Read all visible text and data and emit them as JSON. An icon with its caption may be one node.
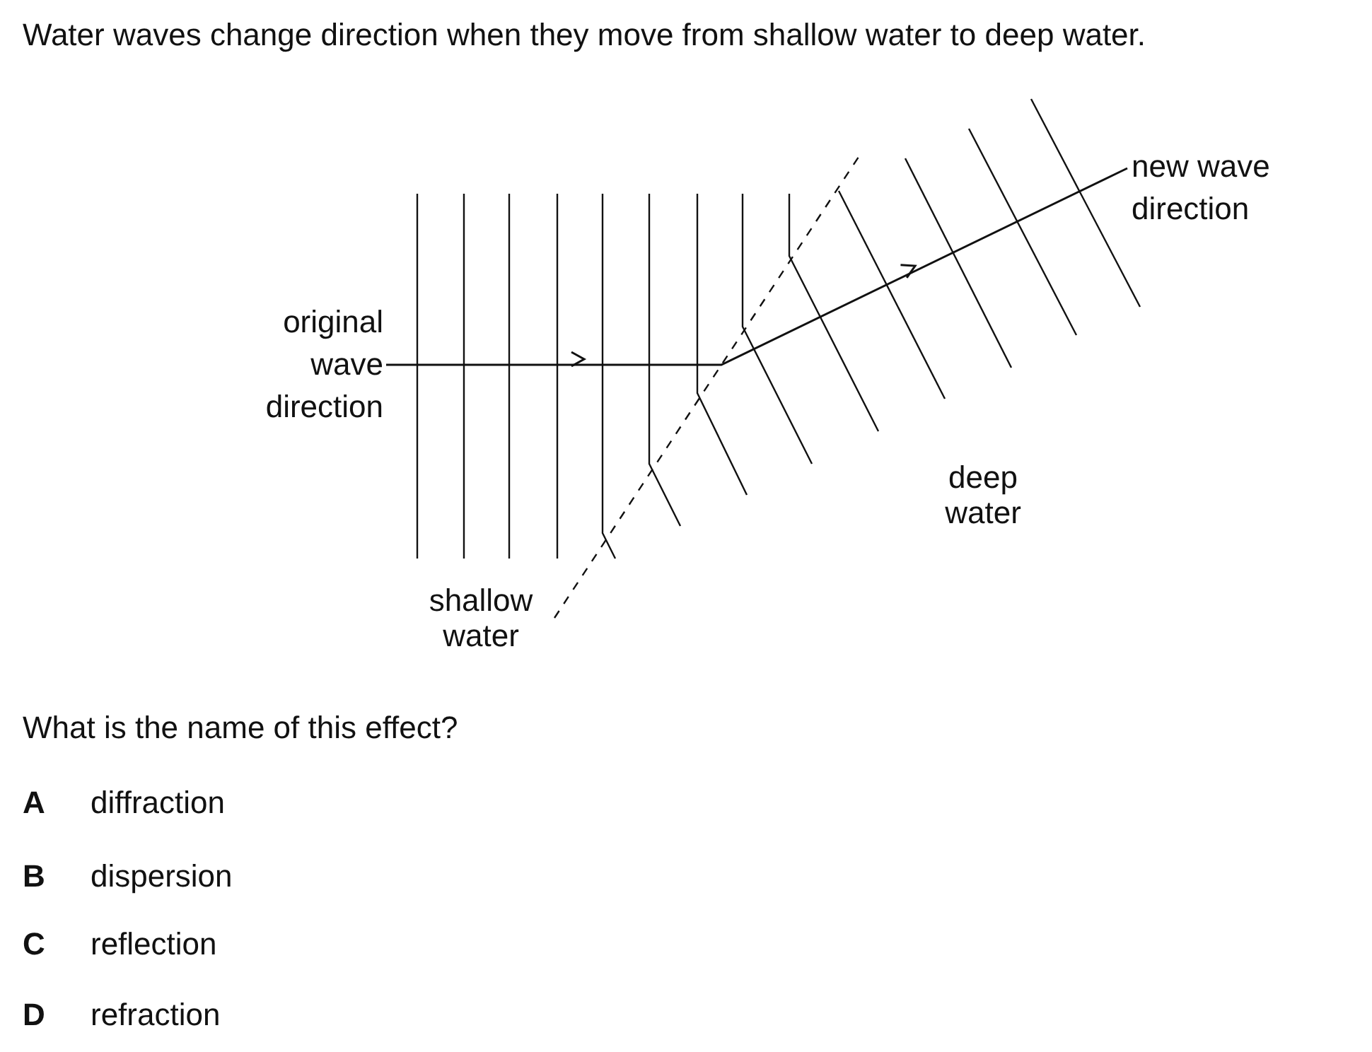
{
  "diagram": {
    "title": "Water waves change direction when they move from shallow water to deep water.",
    "nodes": [
      {
        "text": [
          "original wave direction"
        ]
      },
      {
        "text": [
          "new wave direction"
        ]
      }
    ],
    "edges": [
      {
        "from": 0,
        "to": 1,
        "arrow": "to"
      }
    ],
    "labels": [
      "shallow water",
      "deep water",
      "What is the name of this effect?",
      "A",
      "diffraction",
      "B",
      "dispersion",
      "C",
      "reflection",
      "D",
      "refraction"
    ]
  }
}
